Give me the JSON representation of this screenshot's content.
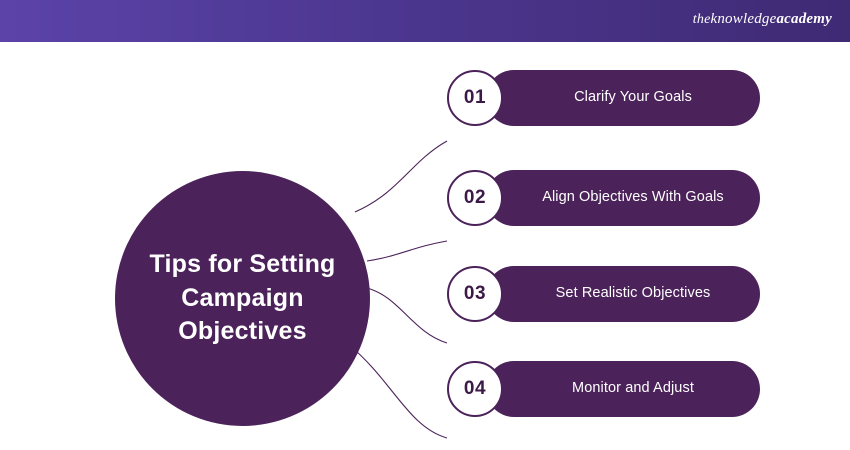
{
  "header": {
    "brand_the": "the",
    "brand_knowledge": "knowledge",
    "brand_academy": "academy",
    "bar_color_left": "#5b43a8",
    "bar_color_right": "#3f2a74"
  },
  "diagram": {
    "center_title": "Tips for Setting Campaign Objectives",
    "accent_color": "#4b2259",
    "steps": [
      {
        "number": "01",
        "label": "Clarify Your Goals"
      },
      {
        "number": "02",
        "label": "Align Objectives With Goals"
      },
      {
        "number": "03",
        "label": "Set Realistic Objectives"
      },
      {
        "number": "04",
        "label": "Monitor and Adjust"
      }
    ]
  }
}
